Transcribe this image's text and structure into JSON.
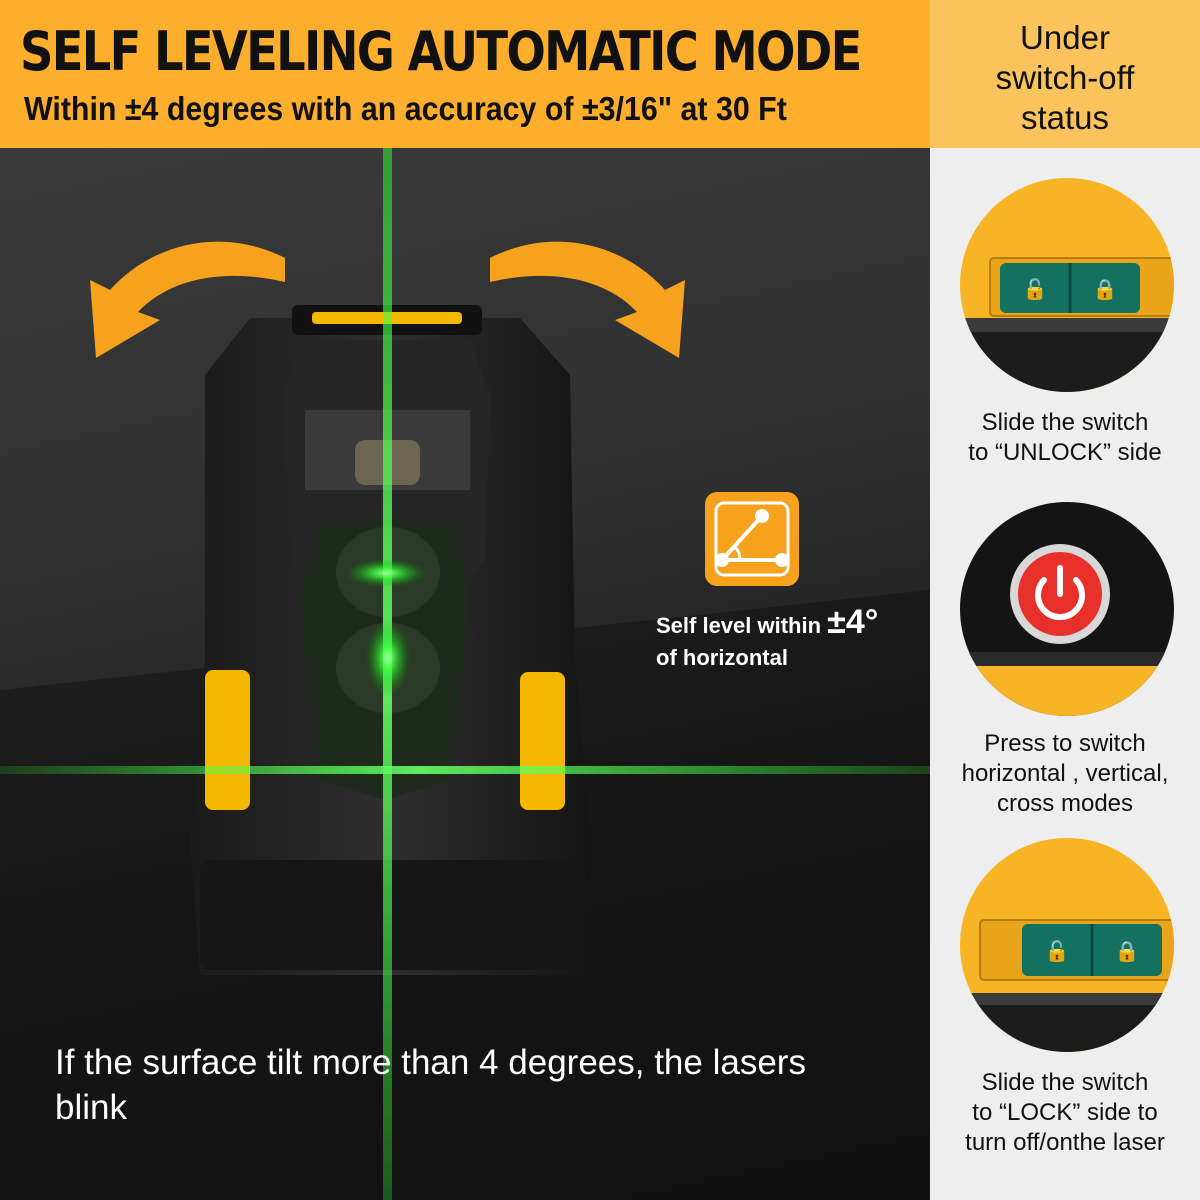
{
  "header": {
    "title": "SELF LEVELING AUTOMATIC MODE",
    "subtitle": "Within ±4 degrees with an accuracy of ±3/16\" at 30 Ft"
  },
  "sidebar": {
    "heading_lines": [
      "Under",
      "switch-off",
      "status"
    ],
    "steps": [
      {
        "image": "unlock-switch-closeup",
        "caption_lines": [
          "Slide the switch",
          "to “UNLOCK” side"
        ]
      },
      {
        "image": "power-button-closeup",
        "caption_lines": [
          "Press to switch",
          "horizontal , vertical,",
          "cross modes"
        ]
      },
      {
        "image": "lock-switch-closeup",
        "caption_lines": [
          "Slide the switch",
          "to “LOCK”  side to",
          "turn off/onthe laser"
        ]
      }
    ]
  },
  "main": {
    "tilt_caption": {
      "prefix": "Self level within ",
      "value": "±4°",
      "line2": "of horizontal"
    },
    "tilt_icon": "angle-icon",
    "blink_caption": "If the surface tilt more than 4 degrees, the lasers blink",
    "colors": {
      "accent": "#fcae2c",
      "laser": "#3dff3d",
      "device_yellow": "#f5b800"
    }
  }
}
